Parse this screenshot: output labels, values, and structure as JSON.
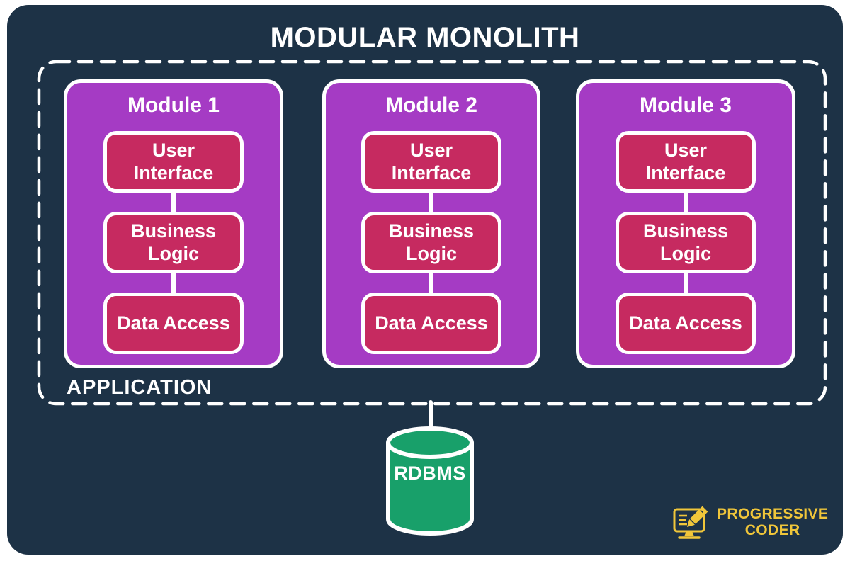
{
  "title": "MODULAR MONOLITH",
  "application": {
    "label": "APPLICATION",
    "modules": [
      {
        "name": "Module 1",
        "layers": [
          "User Interface",
          "Business Logic",
          "Data Access"
        ]
      },
      {
        "name": "Module 2",
        "layers": [
          "User Interface",
          "Business Logic",
          "Data Access"
        ]
      },
      {
        "name": "Module 3",
        "layers": [
          "User Interface",
          "Business Logic",
          "Data Access"
        ]
      }
    ]
  },
  "database": {
    "label": "RDBMS",
    "icon": "database-cylinder-icon"
  },
  "logo": {
    "line1": "PROGRESSIVE",
    "line2": "CODER",
    "icon": "monitor-pencil-icon"
  },
  "colors": {
    "navy": "#1d3246",
    "purple": "#a53bc4",
    "crimson": "#c62a60",
    "green": "#18a06a",
    "gold": "#f0c63a"
  }
}
